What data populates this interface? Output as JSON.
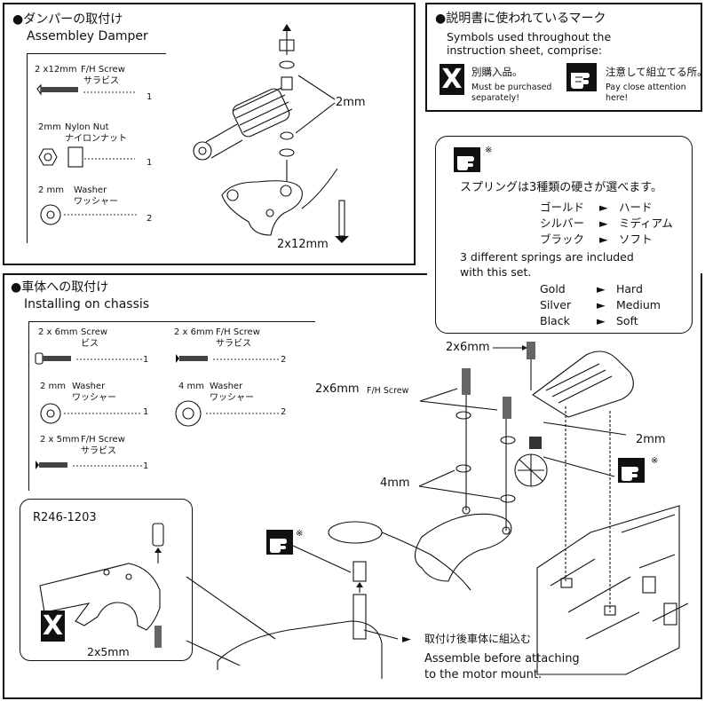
{
  "damper": {
    "title_jp": "●ダンパーの取付け",
    "title_en": "Assembley Damper",
    "parts": [
      {
        "size": "2 x12mm",
        "type": "F/H Screw",
        "jp": "サラビス",
        "qty": "1"
      },
      {
        "size": "2mm",
        "type": "Nylon Nut",
        "jp": "ナイロンナット",
        "qty": "1"
      },
      {
        "size": "2 mm",
        "type": "Washer",
        "jp": "ワッシャー",
        "qty": "2"
      }
    ],
    "label_2mm": "2mm",
    "label_2x12": "2x12mm"
  },
  "legend": {
    "title": "●説明書に使われているマーク",
    "desc": "Symbols used throughout the instruction sheet, comprise:",
    "x_jp": "別購入品。",
    "x_en1": "Must be purchased",
    "x_en2": "separately!",
    "hand_jp": "注意して組立てる所。",
    "hand_en1": "Pay close attention",
    "hand_en2": "here!",
    "x_glyph": "X"
  },
  "springs": {
    "note_mark": "※",
    "jp_title": "スプリングは3種類の硬さが選べます。",
    "jp_rows": [
      {
        "a": "ゴールド",
        "b": "ハード"
      },
      {
        "a": "シルバー",
        "b": "ミディアム"
      },
      {
        "a": "ブラック",
        "b": "ソフト"
      }
    ],
    "en_title1": "3 different springs are included",
    "en_title2": "with this set.",
    "en_rows": [
      {
        "a": "Gold",
        "b": "Hard"
      },
      {
        "a": "Silver",
        "b": "Medium"
      },
      {
        "a": "Black",
        "b": "Soft"
      }
    ],
    "arrow": "►"
  },
  "chassis": {
    "title_jp": "●車体への取付け",
    "title_en": "Installing on chassis",
    "parts": [
      {
        "size": "2 x 6mm",
        "type": "Screw",
        "jp": "ビス",
        "qty": "1"
      },
      {
        "size": "2 x 6mm",
        "type": "F/H Screw",
        "jp": "サラビス",
        "qty": "2"
      },
      {
        "size": "2 mm",
        "type": "Washer",
        "jp": "ワッシャー",
        "qty": "1"
      },
      {
        "size": "4 mm",
        "type": "Washer",
        "jp": "ワッシャー",
        "qty": "2"
      },
      {
        "size": "2 x 5mm",
        "type": "F/H Screw",
        "jp": "サラビス",
        "qty": "1"
      }
    ],
    "label_2x6": "2x6mm",
    "label_2x6fh": "2x6mm",
    "label_fh": "F/H Screw",
    "label_2mm": "2mm",
    "label_4mm": "4mm",
    "note_mark": "※"
  },
  "mount": {
    "part_no": "R246-1203",
    "label_2x5": "2x5mm",
    "note_jp": "取付け後車体に組込む",
    "note_en1": "Assemble before attaching",
    "note_en2": "to the motor mount.",
    "arrow": "►",
    "note_mark": "※"
  }
}
